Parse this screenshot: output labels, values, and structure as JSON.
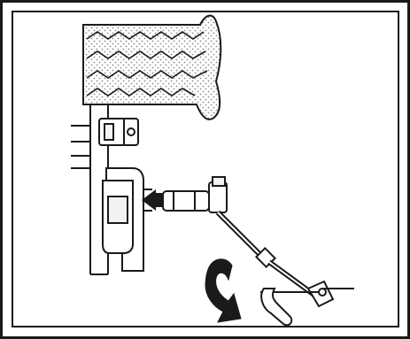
{
  "figure": {
    "colors": {
      "ink": "#1a1a1a",
      "paper": "#ffffff",
      "hatch": "#9a9a9a",
      "fill_light": "#f2f2f2"
    },
    "parts": [
      "bordered-frame",
      "heater-core-tank",
      "heater-hose-upper",
      "heater-hose-lower",
      "hose-clamp",
      "bleed-valve-body",
      "bleed-screw",
      "flex-extension-tool",
      "rotation-arrow",
      "wrench-handle"
    ]
  }
}
